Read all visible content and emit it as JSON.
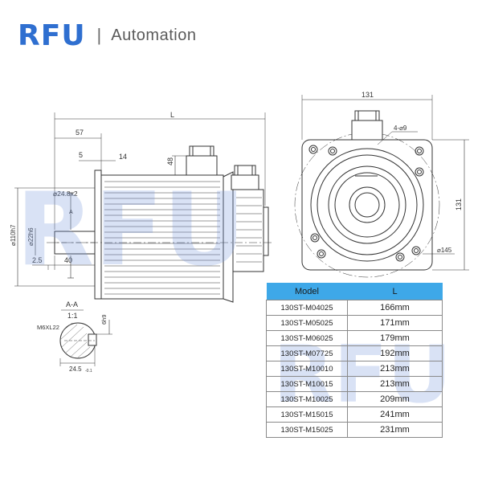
{
  "header": {
    "brand": "RFU",
    "separator": "|",
    "tagline": "Automation"
  },
  "watermark": "RFU",
  "side_view": {
    "overall_length": "L",
    "shaft_length": "57",
    "dim_5": "5",
    "dim_14": "14",
    "dim_48": "48",
    "flange_bore": "⌀24.8x2",
    "pilot": "⌀110h7",
    "shaft_dia": "⌀22h6",
    "dim_2_5": "2.5",
    "dim_40": "40",
    "section_marker": "A"
  },
  "section_view": {
    "title": "A-A",
    "scale": "1:1",
    "thread": "M6XL22",
    "key_width": "6h9",
    "key_height": "24.5",
    "key_height_tol": "-0.1"
  },
  "front_view": {
    "width": "131",
    "height": "131",
    "holes": "4-⌀9",
    "bolt_circle": "⌀145"
  },
  "table": {
    "headers": {
      "model": "Model",
      "length": "L"
    },
    "rows": [
      {
        "model": "130ST-M04025",
        "length": "166mm"
      },
      {
        "model": "130ST-M05025",
        "length": "171mm"
      },
      {
        "model": "130ST-M06025",
        "length": "179mm"
      },
      {
        "model": "130ST-M07725",
        "length": "192mm"
      },
      {
        "model": "130ST-M10010",
        "length": "213mm"
      },
      {
        "model": "130ST-M10015",
        "length": "213mm"
      },
      {
        "model": "130ST-M10025",
        "length": "209mm"
      },
      {
        "model": "130ST-M15015",
        "length": "241mm"
      },
      {
        "model": "130ST-M15025",
        "length": "231mm"
      }
    ]
  },
  "colors": {
    "brand": "#2f6fd0",
    "table_header": "#3ea8e8",
    "line": "#333333"
  }
}
